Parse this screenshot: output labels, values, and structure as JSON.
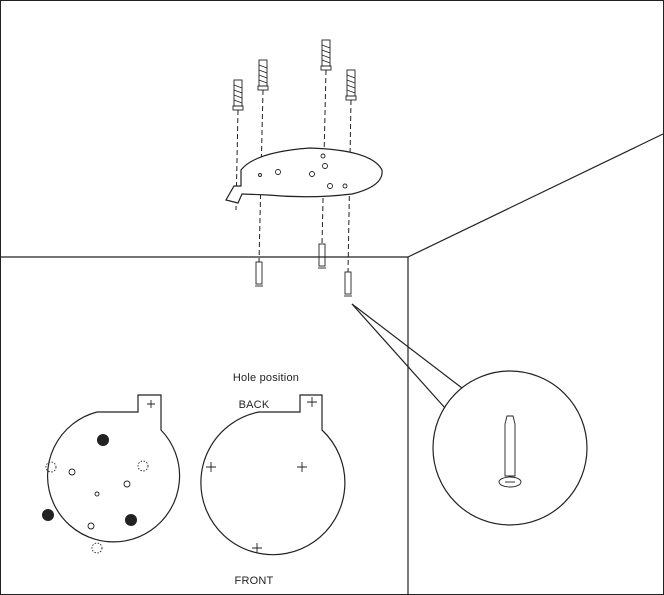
{
  "labels": {
    "hole_position": "Hole position",
    "back": "BACK",
    "front": "FRONT"
  },
  "colors": {
    "line": "#222222",
    "background": "#ffffff"
  }
}
